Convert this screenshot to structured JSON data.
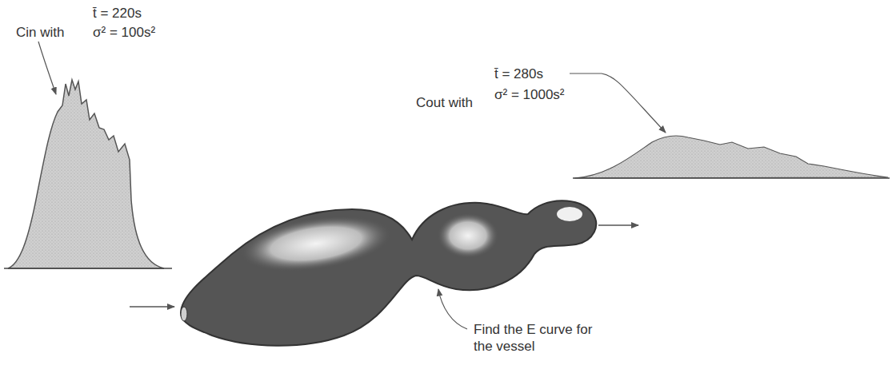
{
  "diagram": {
    "labels": [
      "Cin with",
      "t̄ = 220s",
      "σ² = 100s²",
      "Cout with",
      "t̄ = 280s",
      "σ² = 1000s²",
      "Find the E curve for the vessel"
    ]
  }
}
